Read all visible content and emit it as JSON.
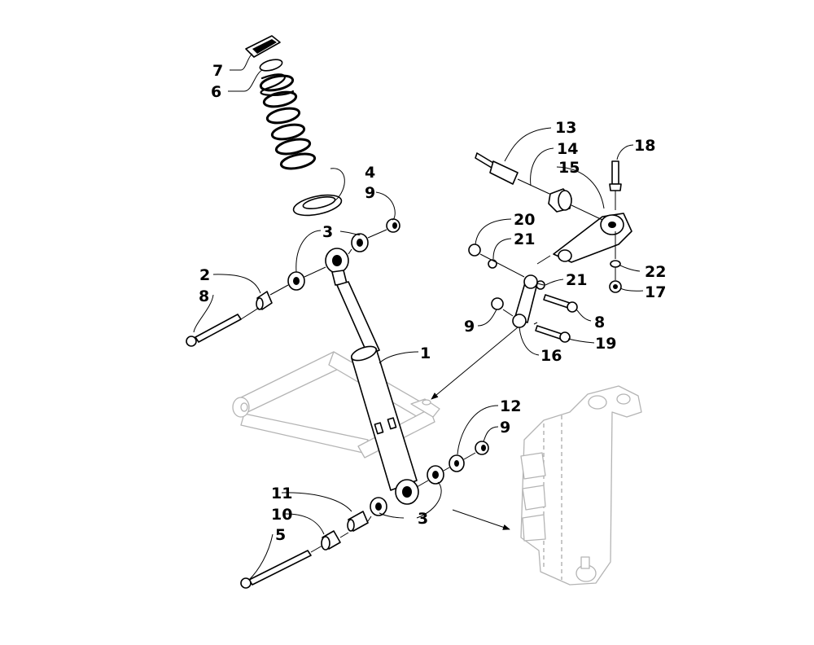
{
  "callouts": {
    "c1": "1",
    "c2": "2",
    "c3a": "3",
    "c3b": "3",
    "c4": "4",
    "c5": "5",
    "c6": "6",
    "c7": "7",
    "c8a": "8",
    "c8b": "8",
    "c9a": "9",
    "c9b": "9",
    "c9c": "9",
    "c10": "10",
    "c11": "11",
    "c12": "12",
    "c13": "13",
    "c14": "14",
    "c15": "15",
    "c16": "16",
    "c17": "17",
    "c18": "18",
    "c19": "19",
    "c20": "20",
    "c21a": "21",
    "c21b": "21",
    "c22": "22"
  }
}
